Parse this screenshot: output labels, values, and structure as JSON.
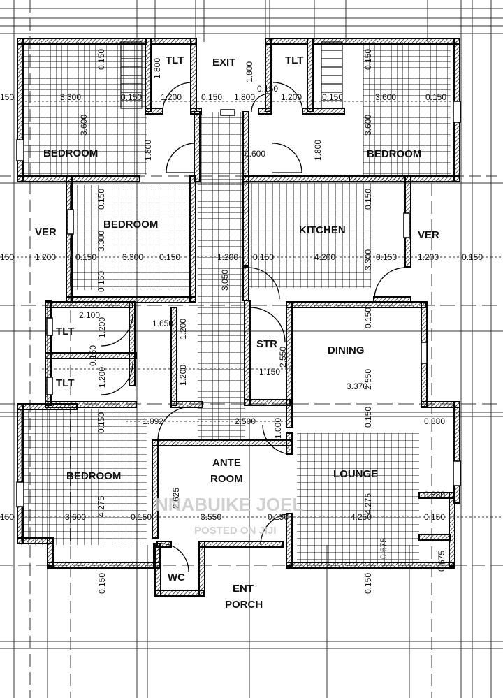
{
  "rooms": {
    "bedroom_tl": "BEDROOM",
    "tlt_1": "TLT",
    "exit": "EXIT",
    "tlt_2": "TLT",
    "bedroom_tr": "BEDROOM",
    "ver_left": "VER",
    "bedroom_mid": "BEDROOM",
    "kitchen": "KITCHEN",
    "ver_right": "VER",
    "tlt_3": "TLT",
    "tlt_4": "TLT",
    "str": "STR",
    "dining": "DINING",
    "bedroom_bl": "BEDROOM",
    "ante": "ANTE",
    "room": "ROOM",
    "lounge": "LOUNGE",
    "wc": "WC",
    "ent": "ENT",
    "porch": "PORCH"
  },
  "dims": {
    "d1": "150",
    "d2": "3.300",
    "d3": "0.150",
    "d4": "1.200",
    "d5": "0.150",
    "d6": "1.800",
    "d7": "0.150",
    "d8": "1.200",
    "d9": "0.150",
    "d10": "3.600",
    "d11": "0.150",
    "d12": "0.150",
    "d13": "1.800",
    "d14": "1.800",
    "d15": "0.150",
    "d16": "3.600",
    "d17": "1.800",
    "d18": "3.600",
    "d19": "0.600",
    "d20": "1.800",
    "d21": "0.150",
    "d22": "3.300",
    "d23": "0.150",
    "d24": "150",
    "d25": "1.200",
    "d26": "0.150",
    "d27": "3.300",
    "d28": "0.150",
    "d29": "1.200",
    "d30": "0.150",
    "d31": "4.200",
    "d32": "0.150",
    "d33": "1.200",
    "d34": "0.150",
    "d35": "3.300",
    "d36": "3.050",
    "d37": "0.150",
    "d38": "2.100",
    "d39": "1.650",
    "d40": "1.200",
    "d41": "1.200",
    "d42": "0.150",
    "d43": "1.200",
    "d44": "1.200",
    "d45": "2.550",
    "d46": "1.150",
    "d47": "0.150",
    "d48": "2.550",
    "d49": "3.370",
    "d50": "0.150",
    "d51": "1.092",
    "d52": "2.500",
    "d53": "1.000",
    "d54": "0.880",
    "d55": "0.150",
    "d56": "4.275",
    "d57": "2.625",
    "d58": "4.275",
    "d59": "0.880",
    "d60": "150",
    "d61": "3.600",
    "d62": "0.150",
    "d63": "3.550",
    "d64": "0.150",
    "d65": "4.250",
    "d66": "0.150",
    "d67": "0.675",
    "d68": "0.675",
    "d69": "0.150",
    "d70": "0.150"
  },
  "watermark": {
    "line1": "NNABUIKE JOEL",
    "line2": "POSTED ON JIJI"
  }
}
